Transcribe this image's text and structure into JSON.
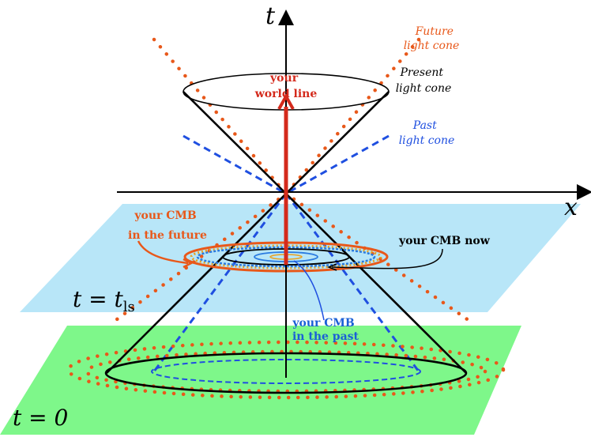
{
  "axes": {
    "t": "t",
    "x": "x"
  },
  "planes": {
    "last_scattering": {
      "label_lhs": "t = t",
      "label_sub": "ls",
      "color": "#b8e6f8"
    },
    "big_bang": {
      "label": "t = 0",
      "color": "#7ef78a"
    }
  },
  "labels": {
    "future_cone": [
      "Future",
      "light cone"
    ],
    "present_cone": [
      "Present",
      "light cone"
    ],
    "past_cone": [
      "Past",
      "light cone"
    ],
    "world_line": [
      "your",
      "world line"
    ],
    "cmb_future": [
      "your CMB",
      "in the future"
    ],
    "cmb_now": "your CMB now",
    "cmb_past": [
      "your CMB",
      "in the past"
    ]
  },
  "colors": {
    "future": "#e8581a",
    "past": "#1f4fe0",
    "present": "#000000",
    "world_line": "#d42a1c",
    "cmb_past_text": "#1a5fd6"
  }
}
